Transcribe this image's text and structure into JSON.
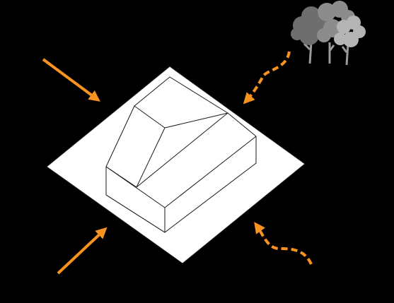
{
  "colors": {
    "background": "#000000",
    "site": "#ffffff",
    "outline": "#1a1a1a",
    "arrow": "#f7931e",
    "tree_dark": "#6e6e6e",
    "tree_mid": "#8c8c8c",
    "tree_light": "#b4b4b4",
    "trunk": "#9a9a9a"
  },
  "diagram": {
    "site_plane": "site-plane",
    "building": "building-mass",
    "trees": "tree-cluster-icon",
    "arrows": [
      {
        "name": "wind-arrow-northwest",
        "style": "solid"
      },
      {
        "name": "wind-arrow-southwest",
        "style": "solid"
      },
      {
        "name": "vegetation-arrow-northeast",
        "style": "dashed"
      },
      {
        "name": "vegetation-arrow-southeast",
        "style": "dashed"
      }
    ]
  }
}
